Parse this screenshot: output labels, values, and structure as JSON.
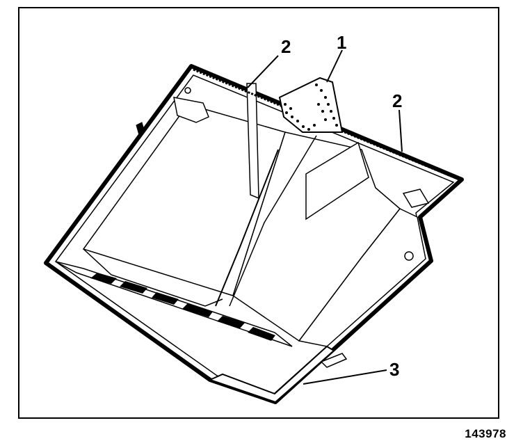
{
  "diagram": {
    "callouts": [
      {
        "id": "c2a",
        "label": "2"
      },
      {
        "id": "c1",
        "label": "1"
      },
      {
        "id": "c2b",
        "label": "2"
      },
      {
        "id": "c3",
        "label": "3"
      }
    ],
    "figure_number": "143978"
  },
  "colors": {
    "ink": "#000000",
    "paper": "#ffffff"
  }
}
